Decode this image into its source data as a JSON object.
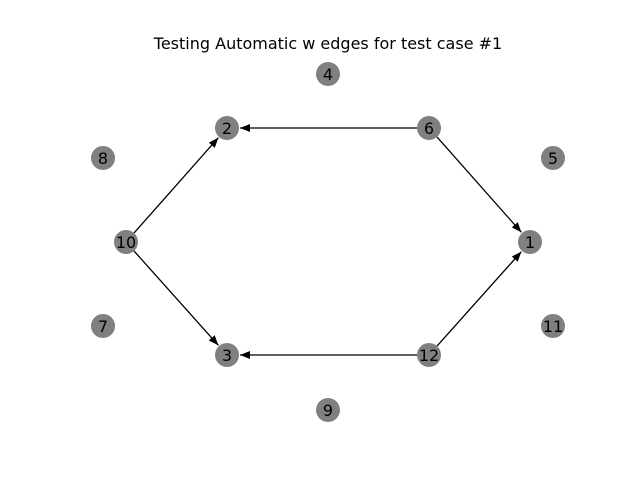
{
  "diagram": {
    "title": "Testing Automatic w edges for test case #1",
    "node_color": "#808080",
    "edge_color": "#000000",
    "nodes": [
      {
        "id": "1",
        "label": "1"
      },
      {
        "id": "2",
        "label": "2"
      },
      {
        "id": "3",
        "label": "3"
      },
      {
        "id": "4",
        "label": "4"
      },
      {
        "id": "5",
        "label": "5"
      },
      {
        "id": "6",
        "label": "6"
      },
      {
        "id": "7",
        "label": "7"
      },
      {
        "id": "8",
        "label": "8"
      },
      {
        "id": "9",
        "label": "9"
      },
      {
        "id": "10",
        "label": "10"
      },
      {
        "id": "11",
        "label": "11"
      },
      {
        "id": "12",
        "label": "12"
      }
    ],
    "edges": [
      {
        "from": "6",
        "to": "2"
      },
      {
        "from": "6",
        "to": "1"
      },
      {
        "from": "10",
        "to": "2"
      },
      {
        "from": "10",
        "to": "3"
      },
      {
        "from": "12",
        "to": "3"
      },
      {
        "from": "12",
        "to": "1"
      }
    ]
  }
}
